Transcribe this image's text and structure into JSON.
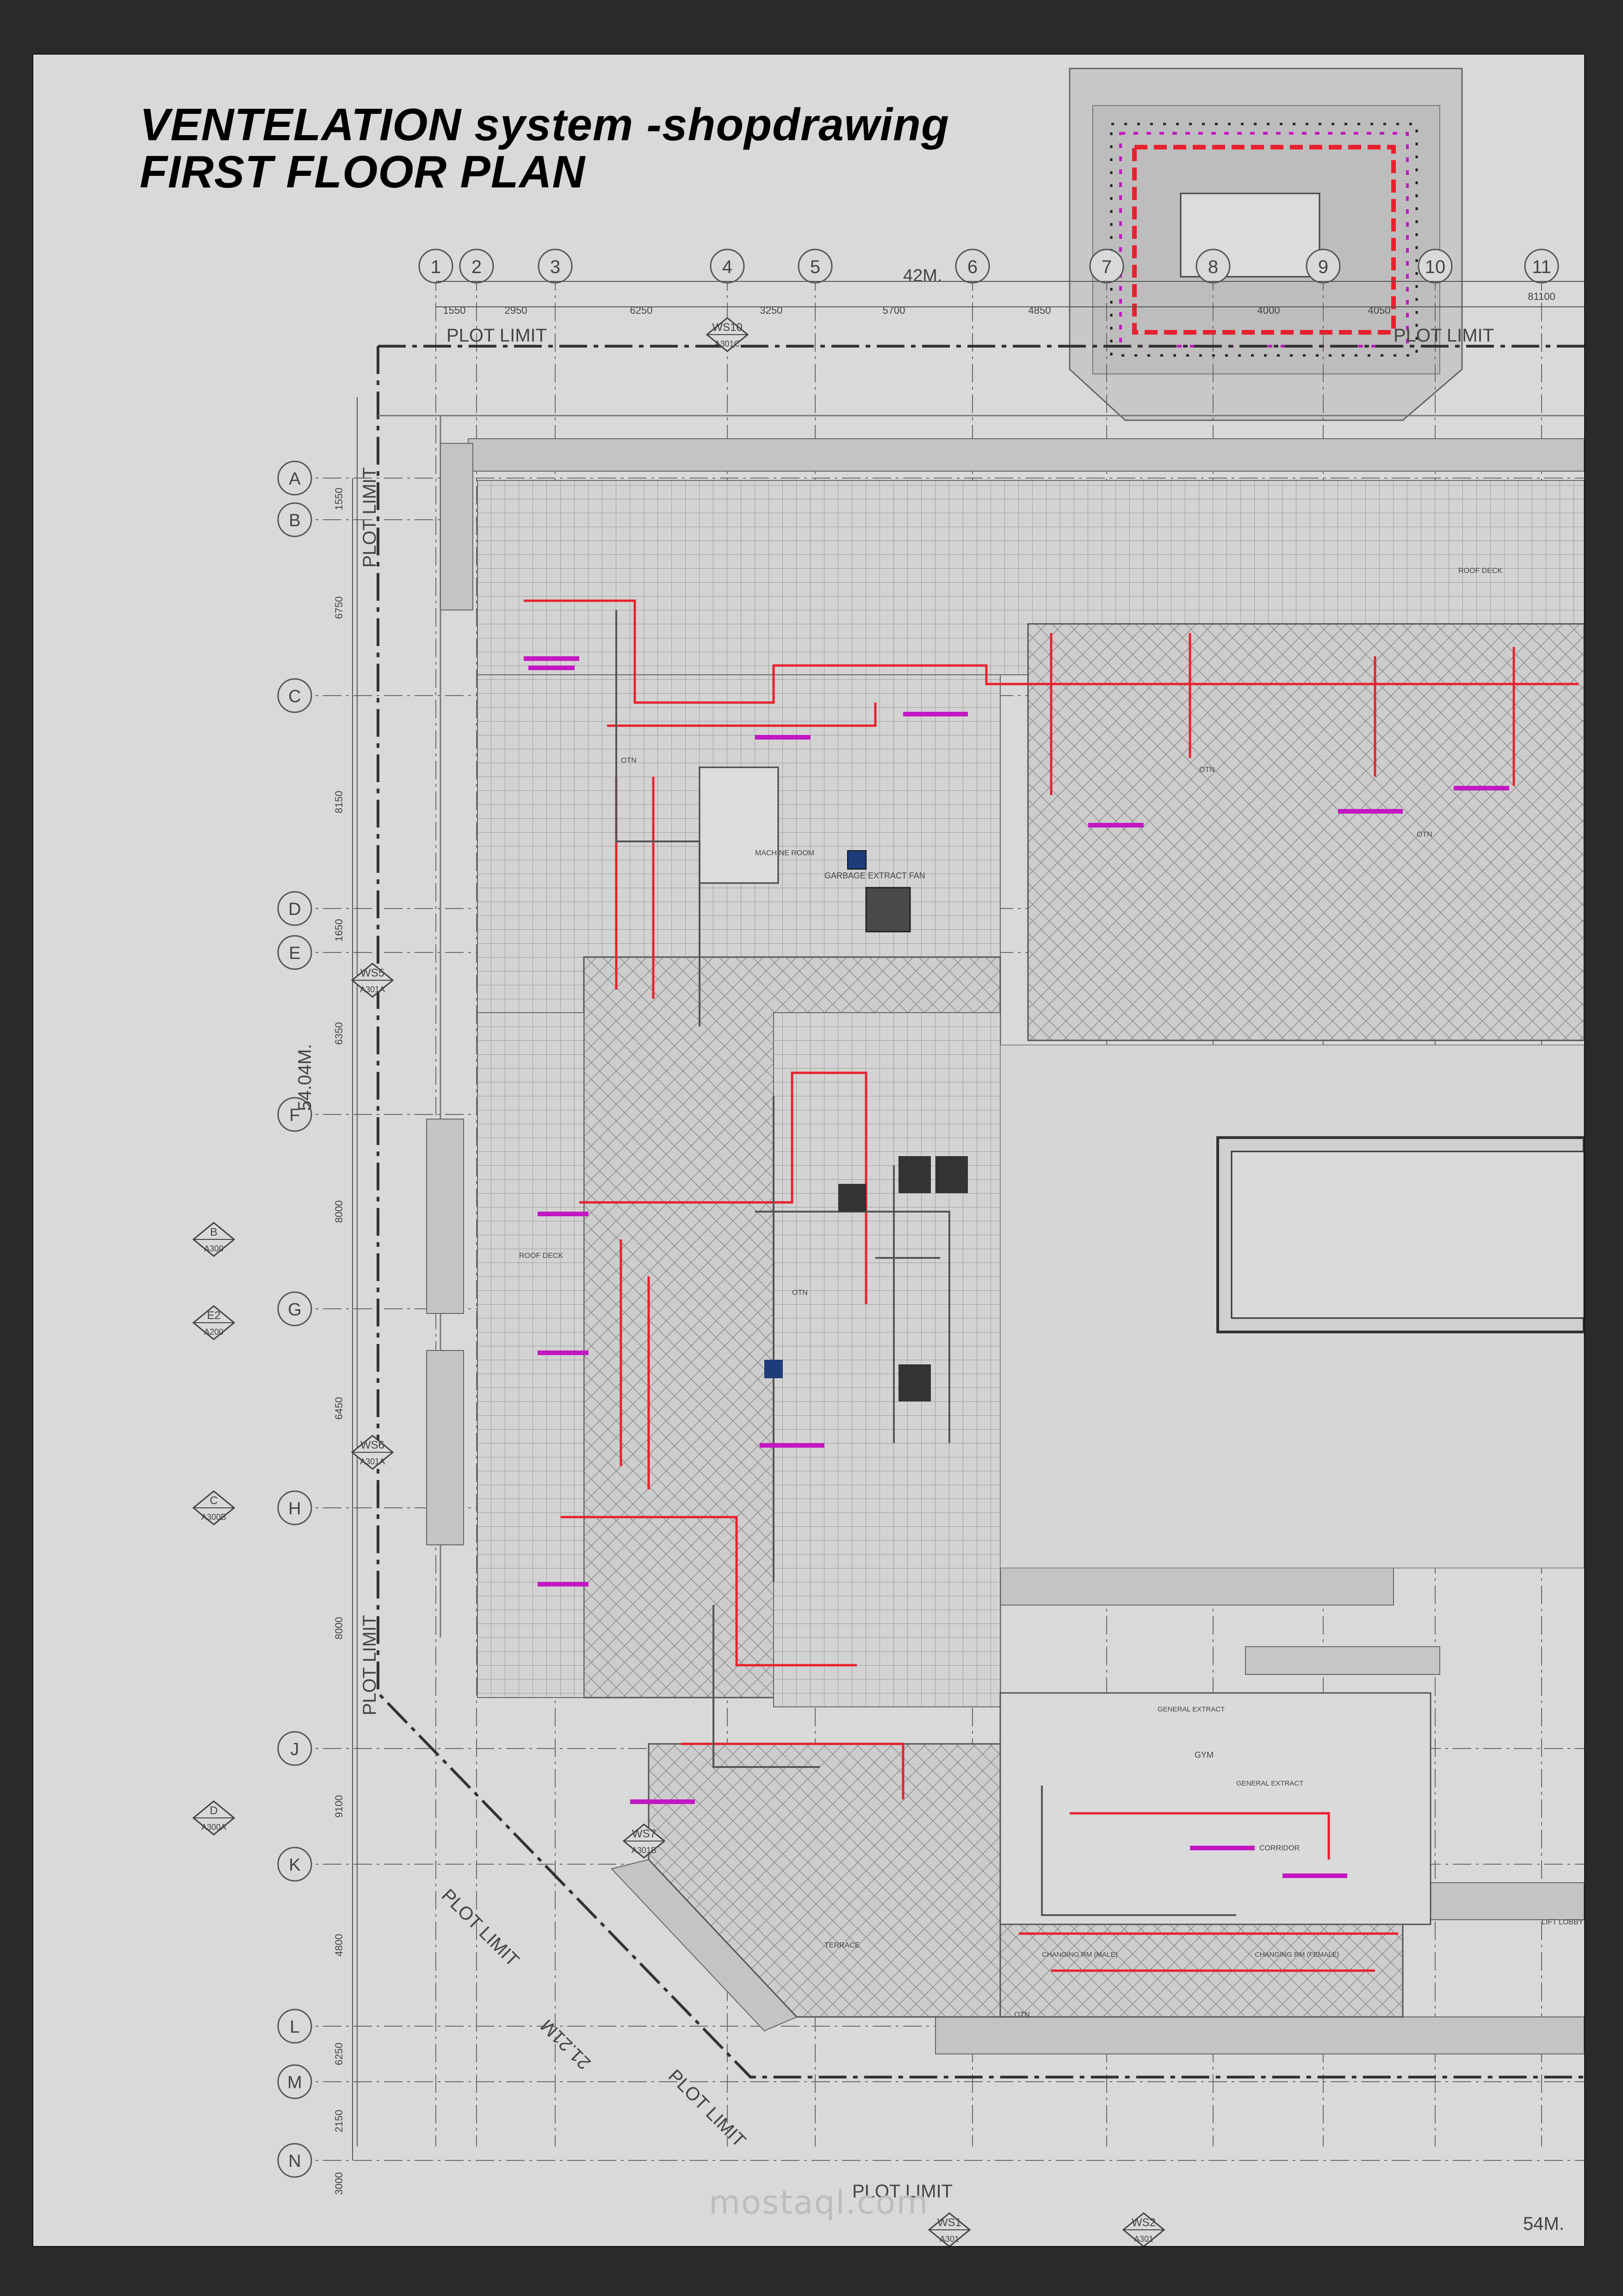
{
  "title": {
    "line1": "VENTELATION system -shopdrawing",
    "line2": "FIRST FLOOR PLAN"
  },
  "grid": {
    "columns": [
      "1",
      "2",
      "3",
      "4",
      "5",
      "6",
      "7",
      "8",
      "9",
      "10",
      "11"
    ],
    "rows": [
      "A",
      "B",
      "C",
      "D",
      "E",
      "F",
      "G",
      "H",
      "J",
      "K",
      "L",
      "M",
      "N"
    ],
    "top_dims": [
      "1550",
      "2950",
      "6250",
      "3250",
      "5700",
      "4850",
      "4000",
      "4050"
    ],
    "top_total": "81100",
    "side_dims": [
      "1550",
      "6750",
      "8150",
      "1650",
      "6350",
      "8000",
      "6450",
      "8000",
      "9100",
      "4800",
      "6250",
      "2150",
      "3000"
    ]
  },
  "dimensions": {
    "top_width": "42M.",
    "side_height": "54.04M.",
    "diagonal": "21.21M",
    "bottom_width": "54M."
  },
  "labels": {
    "plot_limit": "PLOT LIMIT",
    "roof_deck": "ROOF DECK",
    "machine_room": "MACHINE ROOM",
    "gym": "GYM",
    "terrace": "TERRACE",
    "corridor": "CORRIDOR",
    "lift_lobby": "LIFT LOBBY",
    "general_extract": "GENERAL EXTRACT",
    "changing_rm_male": "CHANGING RM (MALE)",
    "changing_rm_female": "CHANGING RM (FEMALE)",
    "garbage_extract_fan": "GARBAGE EXTRACT FAN",
    "otn": "OTN"
  },
  "section_markers": [
    {
      "id": "WS10",
      "ref": "A301C"
    },
    {
      "id": "WS5",
      "ref": "A301A"
    },
    {
      "id": "B",
      "ref": "A300"
    },
    {
      "id": "E2",
      "ref": "A200"
    },
    {
      "id": "WS6",
      "ref": "A301A"
    },
    {
      "id": "C",
      "ref": "A300B"
    },
    {
      "id": "D",
      "ref": "A300A"
    },
    {
      "id": "WS7",
      "ref": "A301B"
    },
    {
      "id": "WS1",
      "ref": "A301"
    },
    {
      "id": "WS2",
      "ref": "A301"
    }
  ],
  "watermark": "mostaql.com",
  "colors": {
    "background": "#2a2a2a",
    "sheet": "#d9d9d9",
    "duct": "#e8212e",
    "annotation": "#c218c2",
    "line": "#555555"
  }
}
